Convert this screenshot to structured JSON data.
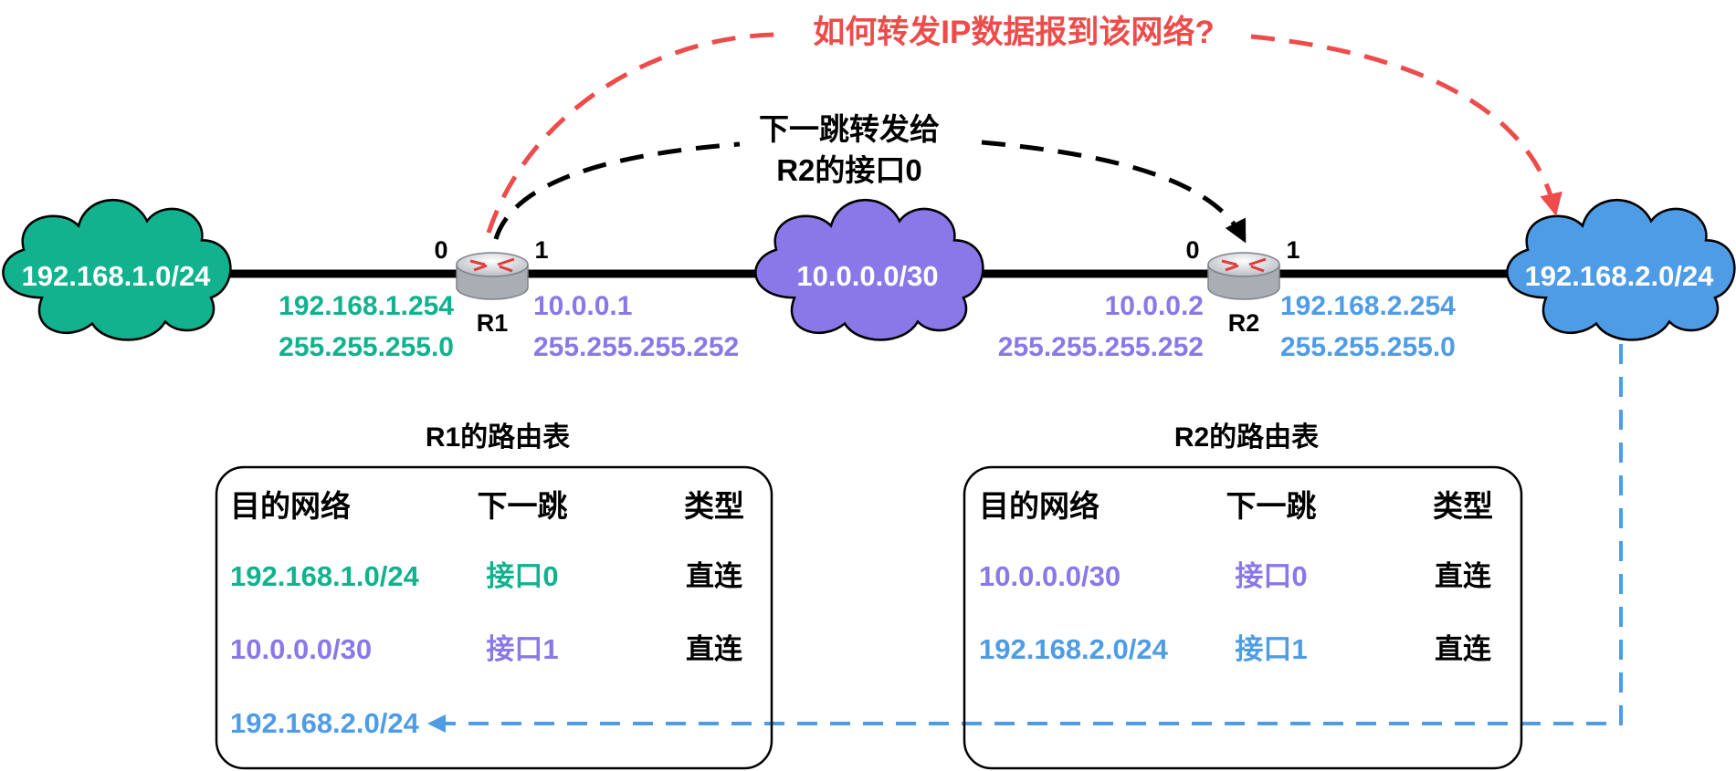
{
  "colors": {
    "green": "#11b28d",
    "purple": "#8a78e8",
    "blue": "#4f9ce6",
    "red": "#ee4b4b",
    "black": "#000000"
  },
  "question": "如何转发IP数据报到该网络?",
  "next_hop_note": [
    "下一跳转发给",
    "R2的接口0"
  ],
  "networks": {
    "net1": "192.168.1.0/24",
    "net_mid": "10.0.0.0/30",
    "net2": "192.168.2.0/24"
  },
  "routers": {
    "r1": {
      "name": "R1",
      "port0": "0",
      "port1": "1",
      "if0_ip": "192.168.1.254",
      "if0_mask": "255.255.255.0",
      "if1_ip": "10.0.0.1",
      "if1_mask": "255.255.255.252"
    },
    "r2": {
      "name": "R2",
      "port0": "0",
      "port1": "1",
      "if0_ip": "10.0.0.2",
      "if0_mask": "255.255.255.252",
      "if1_ip": "192.168.2.254",
      "if1_mask": "255.255.255.0"
    }
  },
  "table_headers": [
    "目的网络",
    "下一跳",
    "类型"
  ],
  "r1_table": {
    "title": "R1的路由表",
    "rows": [
      [
        "192.168.1.0/24",
        "接口0",
        "直连"
      ],
      [
        "10.0.0.0/30",
        "接口1",
        "直连"
      ],
      [
        "192.168.2.0/24",
        "",
        ""
      ]
    ]
  },
  "r2_table": {
    "title": "R2的路由表",
    "rows": [
      [
        "10.0.0.0/30",
        "接口0",
        "直连"
      ],
      [
        "192.168.2.0/24",
        "接口1",
        "直连"
      ]
    ]
  }
}
